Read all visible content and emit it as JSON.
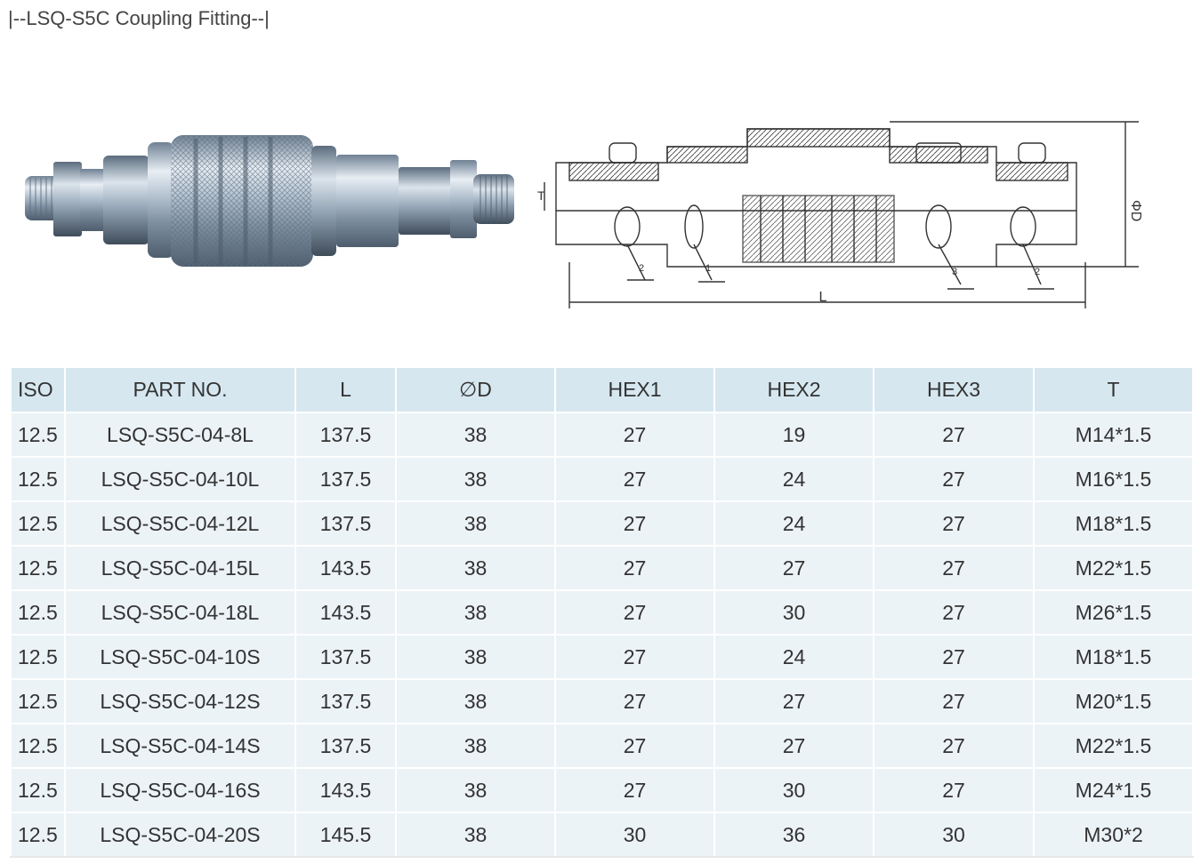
{
  "title": "|--LSQ-S5C Coupling Fitting--|",
  "drawing_labels": {
    "dia": "ΦD",
    "length": "L",
    "thread": "T",
    "callout1": "1",
    "callout2": "2",
    "callout3": "3",
    "callout4": "2"
  },
  "table": {
    "headers": [
      "ISO",
      "PART NO.",
      "L",
      "∅D",
      "HEX1",
      "HEX2",
      "HEX3",
      "T"
    ],
    "rows": [
      [
        "12.5",
        "LSQ-S5C-04-8L",
        "137.5",
        "38",
        "27",
        "19",
        "27",
        "M14*1.5"
      ],
      [
        "12.5",
        "LSQ-S5C-04-10L",
        "137.5",
        "38",
        "27",
        "24",
        "27",
        "M16*1.5"
      ],
      [
        "12.5",
        "LSQ-S5C-04-12L",
        "137.5",
        "38",
        "27",
        "24",
        "27",
        "M18*1.5"
      ],
      [
        "12.5",
        "LSQ-S5C-04-15L",
        "143.5",
        "38",
        "27",
        "27",
        "27",
        "M22*1.5"
      ],
      [
        "12.5",
        "LSQ-S5C-04-18L",
        "143.5",
        "38",
        "27",
        "30",
        "27",
        "M26*1.5"
      ],
      [
        "12.5",
        "LSQ-S5C-04-10S",
        "137.5",
        "38",
        "27",
        "24",
        "27",
        "M18*1.5"
      ],
      [
        "12.5",
        "LSQ-S5C-04-12S",
        "137.5",
        "38",
        "27",
        "27",
        "27",
        "M20*1.5"
      ],
      [
        "12.5",
        "LSQ-S5C-04-14S",
        "137.5",
        "38",
        "27",
        "27",
        "27",
        "M22*1.5"
      ],
      [
        "12.5",
        "LSQ-S5C-04-16S",
        "143.5",
        "38",
        "27",
        "30",
        "27",
        "M24*1.5"
      ],
      [
        "12.5",
        "LSQ-S5C-04-20S",
        "145.5",
        "38",
        "30",
        "36",
        "30",
        "M30*2"
      ]
    ]
  },
  "colors": {
    "header_bg": "#d6e7f0",
    "row_bg": "#ecf3f7",
    "text": "#333333"
  }
}
